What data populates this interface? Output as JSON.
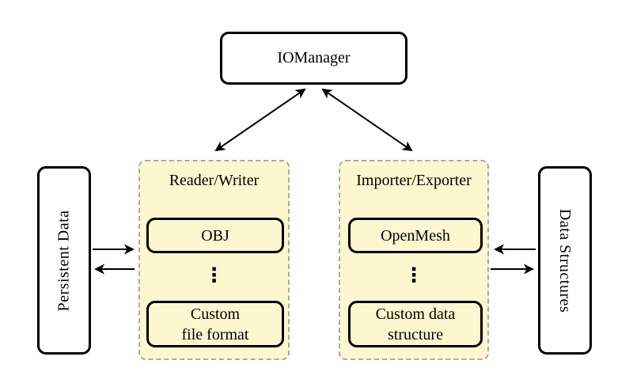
{
  "colors": {
    "background": "#ffffff",
    "group_fill": "#fcf7cf",
    "group_border": "#a8a8a8",
    "node_fill": "#ffffff",
    "border": "#000000"
  },
  "nodes": {
    "iomanager": {
      "label": "IOManager"
    },
    "persistent_data": {
      "label": "Persistent Data"
    },
    "data_structures": {
      "label": "Data Structures"
    },
    "reader_writer": {
      "label": "Reader/Writer",
      "ellipsis": "⋮",
      "items": [
        {
          "lines": [
            "OBJ"
          ]
        },
        {
          "lines": [
            "Custom",
            "file format"
          ]
        }
      ]
    },
    "importer_exporter": {
      "label": "Importer/Exporter",
      "ellipsis": "⋮",
      "items": [
        {
          "lines": [
            "OpenMesh"
          ]
        },
        {
          "lines": [
            "Custom data",
            "structure"
          ]
        }
      ]
    }
  },
  "arrows": [
    {
      "from": "iomanager",
      "to": "reader_writer",
      "type": "bidirectional"
    },
    {
      "from": "iomanager",
      "to": "importer_exporter",
      "type": "bidirectional"
    },
    {
      "from": "persistent_data",
      "to": "reader_writer",
      "type": "one-way"
    },
    {
      "from": "reader_writer",
      "to": "persistent_data",
      "type": "one-way"
    },
    {
      "from": "data_structures",
      "to": "importer_exporter",
      "type": "one-way"
    },
    {
      "from": "importer_exporter",
      "to": "data_structures",
      "type": "one-way"
    }
  ]
}
